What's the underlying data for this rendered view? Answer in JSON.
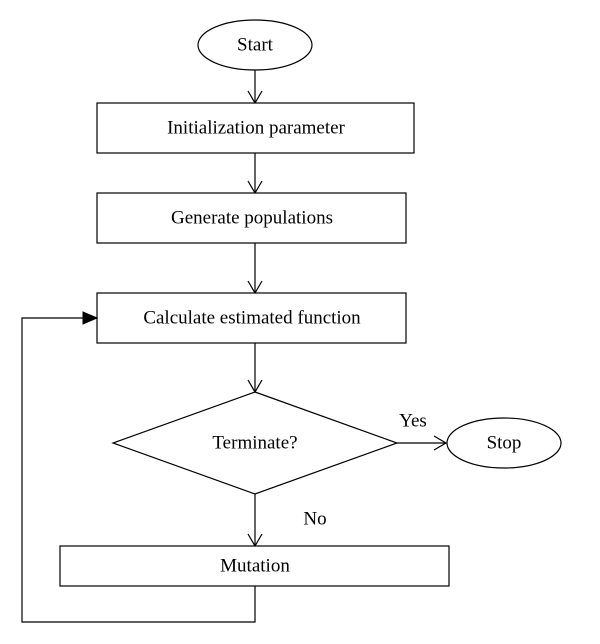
{
  "flowchart": {
    "start_label": "Start",
    "init_label": "Initialization parameter",
    "generate_label": "Generate populations",
    "calculate_label": "Calculate estimated function",
    "decision_label": "Terminate?",
    "yes_label": "Yes",
    "no_label": "No",
    "stop_label": "Stop",
    "mutation_label": "Mutation"
  }
}
